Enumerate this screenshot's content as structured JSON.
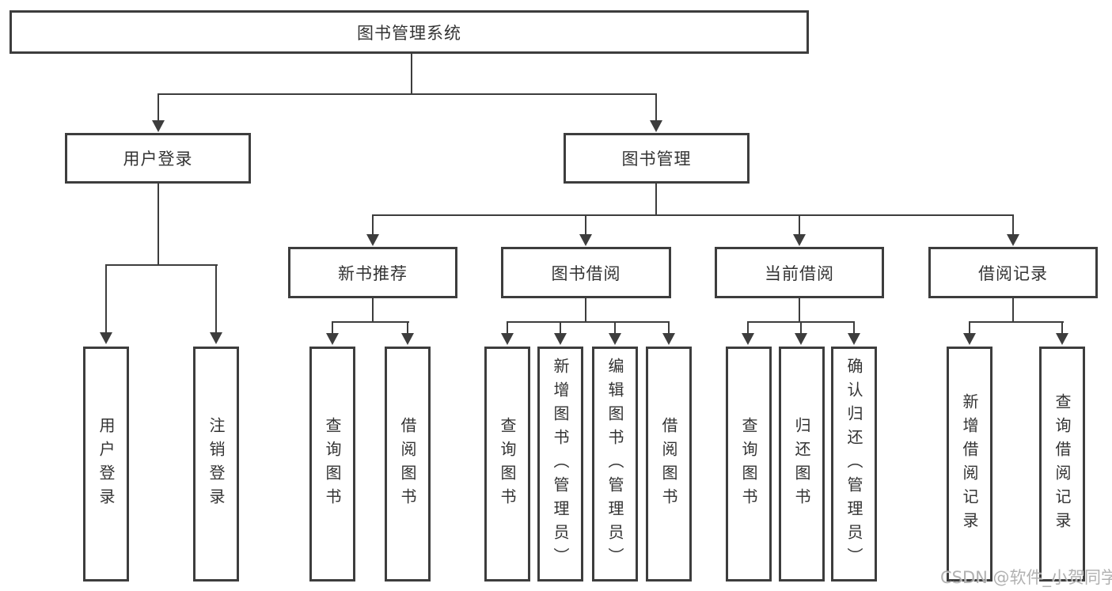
{
  "watermark": "CSDN @软件_小贺同学",
  "colors": {
    "line": "#3d3d3d",
    "text": "#333333",
    "watermark": "#a3a3a3",
    "background": "#ffffff"
  },
  "diagram": {
    "type": "hierarchy",
    "root": {
      "label": "图书管理系统",
      "children": [
        {
          "label": "用户登录",
          "children": [
            {
              "label": "用户登录"
            },
            {
              "label": "注销登录"
            }
          ]
        },
        {
          "label": "图书管理",
          "children": [
            {
              "label": "新书推荐",
              "children": [
                {
                  "label": "查询图书"
                },
                {
                  "label": "借阅图书"
                }
              ]
            },
            {
              "label": "图书借阅",
              "children": [
                {
                  "label": "查询图书"
                },
                {
                  "label": "新增图书（管理员）"
                },
                {
                  "label": "编辑图书（管理员）"
                },
                {
                  "label": "借阅图书"
                }
              ]
            },
            {
              "label": "当前借阅",
              "children": [
                {
                  "label": "查询图书"
                },
                {
                  "label": "归还图书"
                },
                {
                  "label": "确认归还（管理员）"
                }
              ]
            },
            {
              "label": "借阅记录",
              "children": [
                {
                  "label": "新增借阅记录"
                },
                {
                  "label": "查询借阅记录"
                }
              ]
            }
          ]
        }
      ]
    }
  }
}
